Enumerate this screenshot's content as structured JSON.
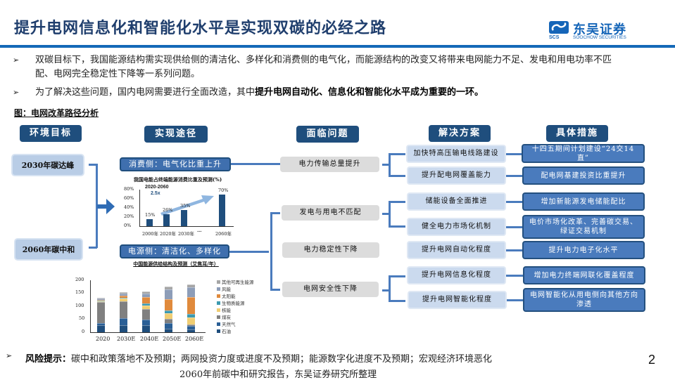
{
  "header": {
    "title": "提升电网信息化和智能化水平是实现双碳的必经之路",
    "logo_cn": "东吴证券",
    "logo_en": "SOOCHOW SECURITIES",
    "logo_abbr": "SCS"
  },
  "bullets": [
    {
      "icon": "arrow-bullet-icon",
      "text": "双碳目标下，我国能源结构需实现供给侧的清洁化、多样化和消费侧的电气化，而能源结构的改变又将带来电网能力不足、发电和用电功率不匹配、电网完全稳定性下降等一系列问题。"
    },
    {
      "icon": "arrow-bullet-icon",
      "text_normal": "为了解决这些问题，国内电网需要进行全面改造，其中",
      "text_bold": "提升电网自动化、信息化和智能化水平成为重要的一环。"
    }
  ],
  "figure": {
    "title": "图：电网改革路径分析",
    "columns": {
      "goals": "环境目标",
      "routes": "实现途径",
      "problems": "面临问题",
      "solutions": "解决方案",
      "measures": "具体措施"
    },
    "goals": [
      "2030年碳达峰",
      "2060年碳中和"
    ],
    "routes": [
      "消费侧：电气化比重上升",
      "电源侧：清洁化、多样化"
    ],
    "problems": [
      "电力传输总量提升",
      "发电与用电不匹配",
      "电力稳定性下降",
      "电网安全性下降"
    ],
    "solutions": [
      "加快特高压输电线路建设",
      "提升配电网覆盖能力",
      "储能设备全面推进",
      "健全电力市场化机制",
      "提升电网自动化程度",
      "提升电网信息化程度",
      "提升电网智能化程度"
    ],
    "measures": [
      "十四五期间计划建设“24交14直”",
      "配电网基建投资比重提升",
      "增加新能源发电储能配比",
      "电价市场化改革、完善碳交易、绿证交易机制",
      "提升电力电子化水平",
      "增加电力终端网联化覆盖程度",
      "电网智能化从用电侧向其他方向渗透"
    ]
  },
  "chart_data": [
    {
      "type": "bar",
      "title": "我国电能占终端能源消费比重及预测(%)",
      "categories": [
        "2000年",
        "2020年",
        "2030年",
        "…",
        "2060年"
      ],
      "values": [
        15,
        26,
        35,
        null,
        70
      ],
      "value_labels": [
        "15%",
        "26%",
        "35%",
        "",
        "70%"
      ],
      "ylabel": "",
      "yticks": [
        "0%",
        "20%",
        "40%",
        "60%",
        "80%"
      ],
      "ylim": [
        0,
        80
      ],
      "annotation": {
        "text_line1": "2020-2060",
        "text_line2": "2.5x"
      }
    },
    {
      "type": "bar",
      "stacked": true,
      "title": "中国能源供给结构及预测（艾焦耳/年）",
      "categories": [
        "2020",
        "2030E",
        "2040E",
        "2050E",
        "2060E"
      ],
      "yticks": [
        "0",
        "50",
        "100",
        "150",
        "200"
      ],
      "ylim": [
        0,
        200
      ],
      "legend_position": "right",
      "series": [
        {
          "name": "石油",
          "color": "#1f4e7d",
          "values": [
            26,
            28,
            26,
            14,
            10
          ]
        },
        {
          "name": "天然气",
          "color": "#2a5f96",
          "values": [
            10,
            27,
            24,
            22,
            14
          ]
        },
        {
          "name": "煤炭",
          "color": "#808080",
          "values": [
            80,
            64,
            39,
            15,
            5
          ]
        },
        {
          "name": "核能",
          "color": "#f0cd72",
          "values": [
            4,
            10,
            14,
            22,
            27
          ]
        },
        {
          "name": "生物质能源",
          "color": "#3d9ab0",
          "values": [
            3,
            3,
            8,
            11,
            13
          ]
        },
        {
          "name": "太阳能",
          "color": "#e08a3c",
          "values": [
            2,
            8,
            24,
            44,
            66
          ]
        },
        {
          "name": "风能",
          "color": "#8d9db8",
          "values": [
            4,
            8,
            15,
            38,
            38
          ]
        },
        {
          "name": "其他可再生能源",
          "color": "#a6a6a6",
          "values": [
            3,
            5,
            8,
            10,
            11
          ]
        }
      ]
    }
  ],
  "footer": {
    "risk_label": "风险提示：",
    "risk_text": "碳中和政策落地不及预期；两网投资力度或进度不及预期；能源数字化进度不及预期；宏观经济环境恶化",
    "source": "2060年前碳中和研究报告，东吴证券研究所整理",
    "page_number": "2"
  },
  "colors": {
    "title": "#1f3e6d",
    "accent_line": "#1469b8",
    "header_box": "#1f4e7d",
    "connector": "#4a7bbd"
  }
}
